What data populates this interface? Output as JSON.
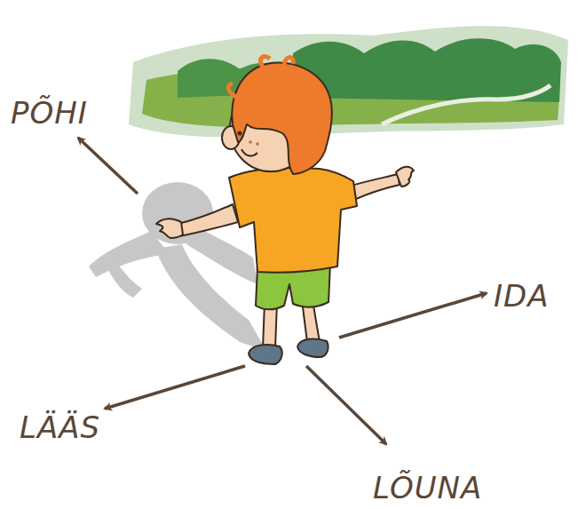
{
  "diagram": {
    "labels": [
      "PÕHI",
      "IDA",
      "LÄÄS",
      "LÕUNA"
    ]
  }
}
